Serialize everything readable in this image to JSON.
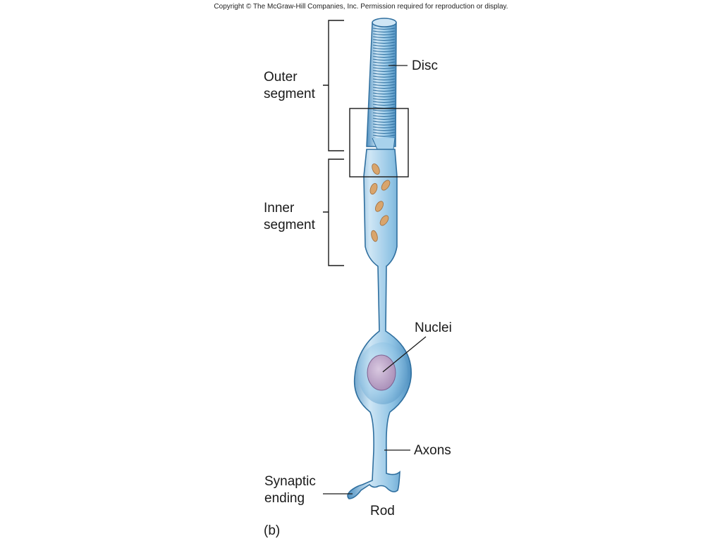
{
  "copyright": "Copyright © The McGraw-Hill Companies, Inc. Permission required for reproduction or display.",
  "labels": {
    "disc": "Disc",
    "outer_segment": "Outer\nsegment",
    "inner_segment": "Inner\nsegment",
    "nuclei": "Nuclei",
    "axons": "Axons",
    "synaptic_ending": "Synaptic\nending",
    "rod": "Rod",
    "panel": "(b)"
  },
  "colors": {
    "cell_fill": "#8fc3e4",
    "cell_light": "#cfe6f5",
    "cell_dark": "#4f90c0",
    "outline": "#2f6f9f",
    "mitochondria": "#d9a56c",
    "nucleus": "#b8a2c6",
    "line": "#1a1a1a"
  }
}
